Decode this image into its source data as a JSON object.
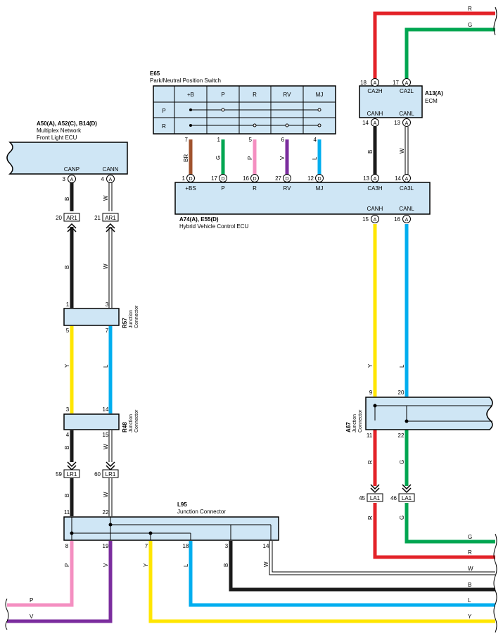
{
  "colors": {
    "R": "#e32228",
    "G": "#00a651",
    "B": "#1a1a1a",
    "W": "#ffffff",
    "Y": "#ffe600",
    "L": "#00aeef",
    "P": "#f48fc1",
    "V": "#7b2d9e",
    "BR": "#a0522d",
    "box_fill": "#cfe6f5"
  },
  "components": {
    "e65": {
      "code": "E65",
      "name": "Park/Neutral Position Switch",
      "cols": [
        "+B",
        "P",
        "R",
        "RV",
        "MJ"
      ],
      "rows": [
        "P",
        "R"
      ],
      "pins": [
        "7",
        "1",
        "5",
        "6",
        "4"
      ]
    },
    "a13": {
      "code": "A13(A)",
      "name": "ECM",
      "top_pins": [
        "18",
        "17"
      ],
      "top_labels": [
        "CA2H",
        "CA2L"
      ],
      "bottom_labels": [
        "CANH",
        "CANL"
      ],
      "bottom_pins": [
        "14",
        "13"
      ]
    },
    "a50": {
      "code": "A50(A), A52(C), B14(D)",
      "name1": "Multiplex Network",
      "name2": "Front Light ECU",
      "labels": [
        "CANP",
        "CANN"
      ],
      "pins": [
        "3",
        "4"
      ]
    },
    "a74": {
      "code": "A74(A), E55(D)",
      "name": "Hybrid Vehicle Control ECU",
      "top_pins": [
        "1",
        "17",
        "16",
        "27",
        "12",
        "13",
        "14"
      ],
      "top_labels": [
        "+BS",
        "P",
        "R",
        "RV",
        "MJ",
        "CA3H",
        "CA3L"
      ],
      "bottom_labels": [
        "CANH",
        "CANL"
      ],
      "bottom_pins": [
        "15",
        "16"
      ]
    },
    "r57": {
      "code": "R57",
      "name1": "Junction",
      "name2": "Connector",
      "pins": [
        "1",
        "3",
        "5",
        "7"
      ]
    },
    "r48": {
      "code": "R48",
      "name1": "Junction",
      "name2": "Connector",
      "pins": [
        "3",
        "14",
        "4",
        "15"
      ]
    },
    "a67": {
      "code": "A67",
      "name1": "Junction",
      "name2": "Connector",
      "pins": [
        "9",
        "20",
        "11",
        "22"
      ]
    },
    "l95": {
      "code": "L95",
      "name": "Junction Connector",
      "top_pins": [
        "11",
        "22"
      ],
      "bottom_pins": [
        "8",
        "19",
        "7",
        "18",
        "3",
        "14"
      ]
    }
  },
  "connectors": {
    "ar1_a": {
      "label": "AR1",
      "pin": "20"
    },
    "ar1_b": {
      "label": "AR1",
      "pin": "21"
    },
    "lr1_a": {
      "label": "LR1",
      "pin": "59"
    },
    "lr1_b": {
      "label": "LR1",
      "pin": "60"
    },
    "la1_a": {
      "label": "LA1",
      "pin": "45"
    },
    "la1_b": {
      "label": "LA1",
      "pin": "46"
    }
  },
  "pin_markers": {
    "A": "A",
    "D": "D"
  },
  "wire_labels": {
    "e65": [
      "BR",
      "G",
      "P",
      "V",
      "L"
    ],
    "a13_bottom": [
      "B",
      "W"
    ],
    "a50_short": [
      "B",
      "W"
    ],
    "a50_long": [
      "B",
      "W"
    ],
    "r57_down": [
      "Y",
      "L"
    ],
    "r48_down": [
      "B",
      "W"
    ],
    "a74_down": [
      "Y",
      "L"
    ],
    "a67_down": [
      "R",
      "G"
    ],
    "la1_down": [
      "R",
      "G"
    ],
    "l95_down": [
      "P",
      "V",
      "Y",
      "L",
      "B",
      "W"
    ]
  },
  "edge_labels": {
    "top": [
      "R",
      "G"
    ],
    "right": [
      "G",
      "R",
      "W",
      "B",
      "L",
      "Y"
    ],
    "left": [
      "P",
      "V"
    ]
  }
}
